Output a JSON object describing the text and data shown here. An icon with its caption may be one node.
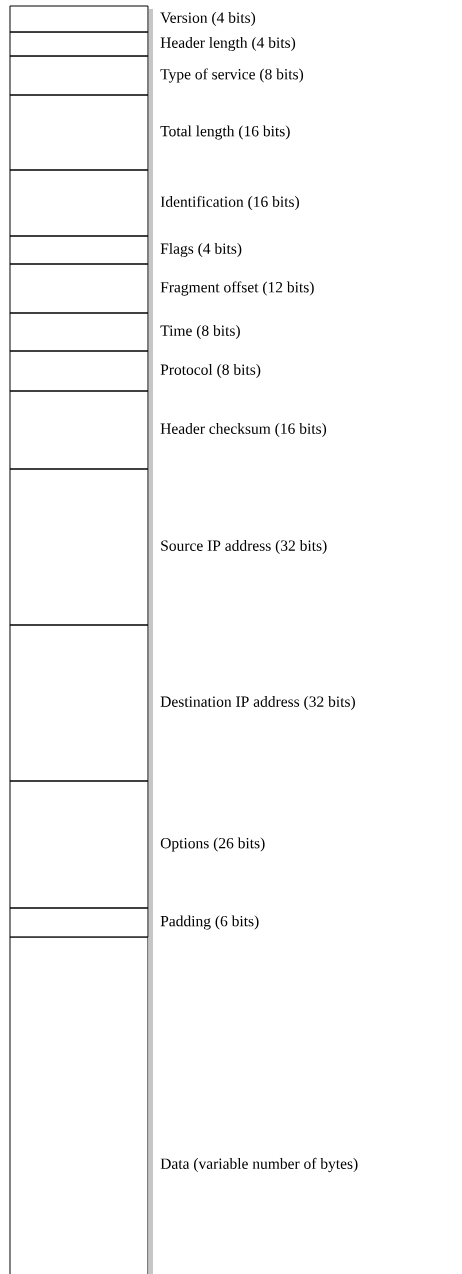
{
  "diagram": {
    "nodes": [
      {
        "text": [
          "Version (4 bits)"
        ]
      },
      {
        "text": [
          "Header length (4 bits)"
        ]
      },
      {
        "text": [
          "Type of service (8 bits)"
        ]
      },
      {
        "text": [
          "Total length (16 bits)"
        ]
      },
      {
        "text": [
          "Identification (16 bits)"
        ]
      },
      {
        "text": [
          "Flags (4 bits)"
        ]
      },
      {
        "text": [
          "Fragment offset (12 bits)"
        ]
      },
      {
        "text": [
          "Time (8 bits)"
        ]
      },
      {
        "text": [
          "Protocol (8 bits)"
        ]
      },
      {
        "text": [
          "Header checksum (16 bits)"
        ]
      },
      {
        "text": [
          "Source IP address (32 bits)"
        ]
      },
      {
        "text": [
          "Destination IP address (32 bits)"
        ]
      },
      {
        "text": [
          "Options (26 bits)"
        ]
      },
      {
        "text": [
          "Padding (6 bits)"
        ]
      },
      {
        "text": [
          "Data (variable number of bytes)"
        ]
      }
    ]
  }
}
